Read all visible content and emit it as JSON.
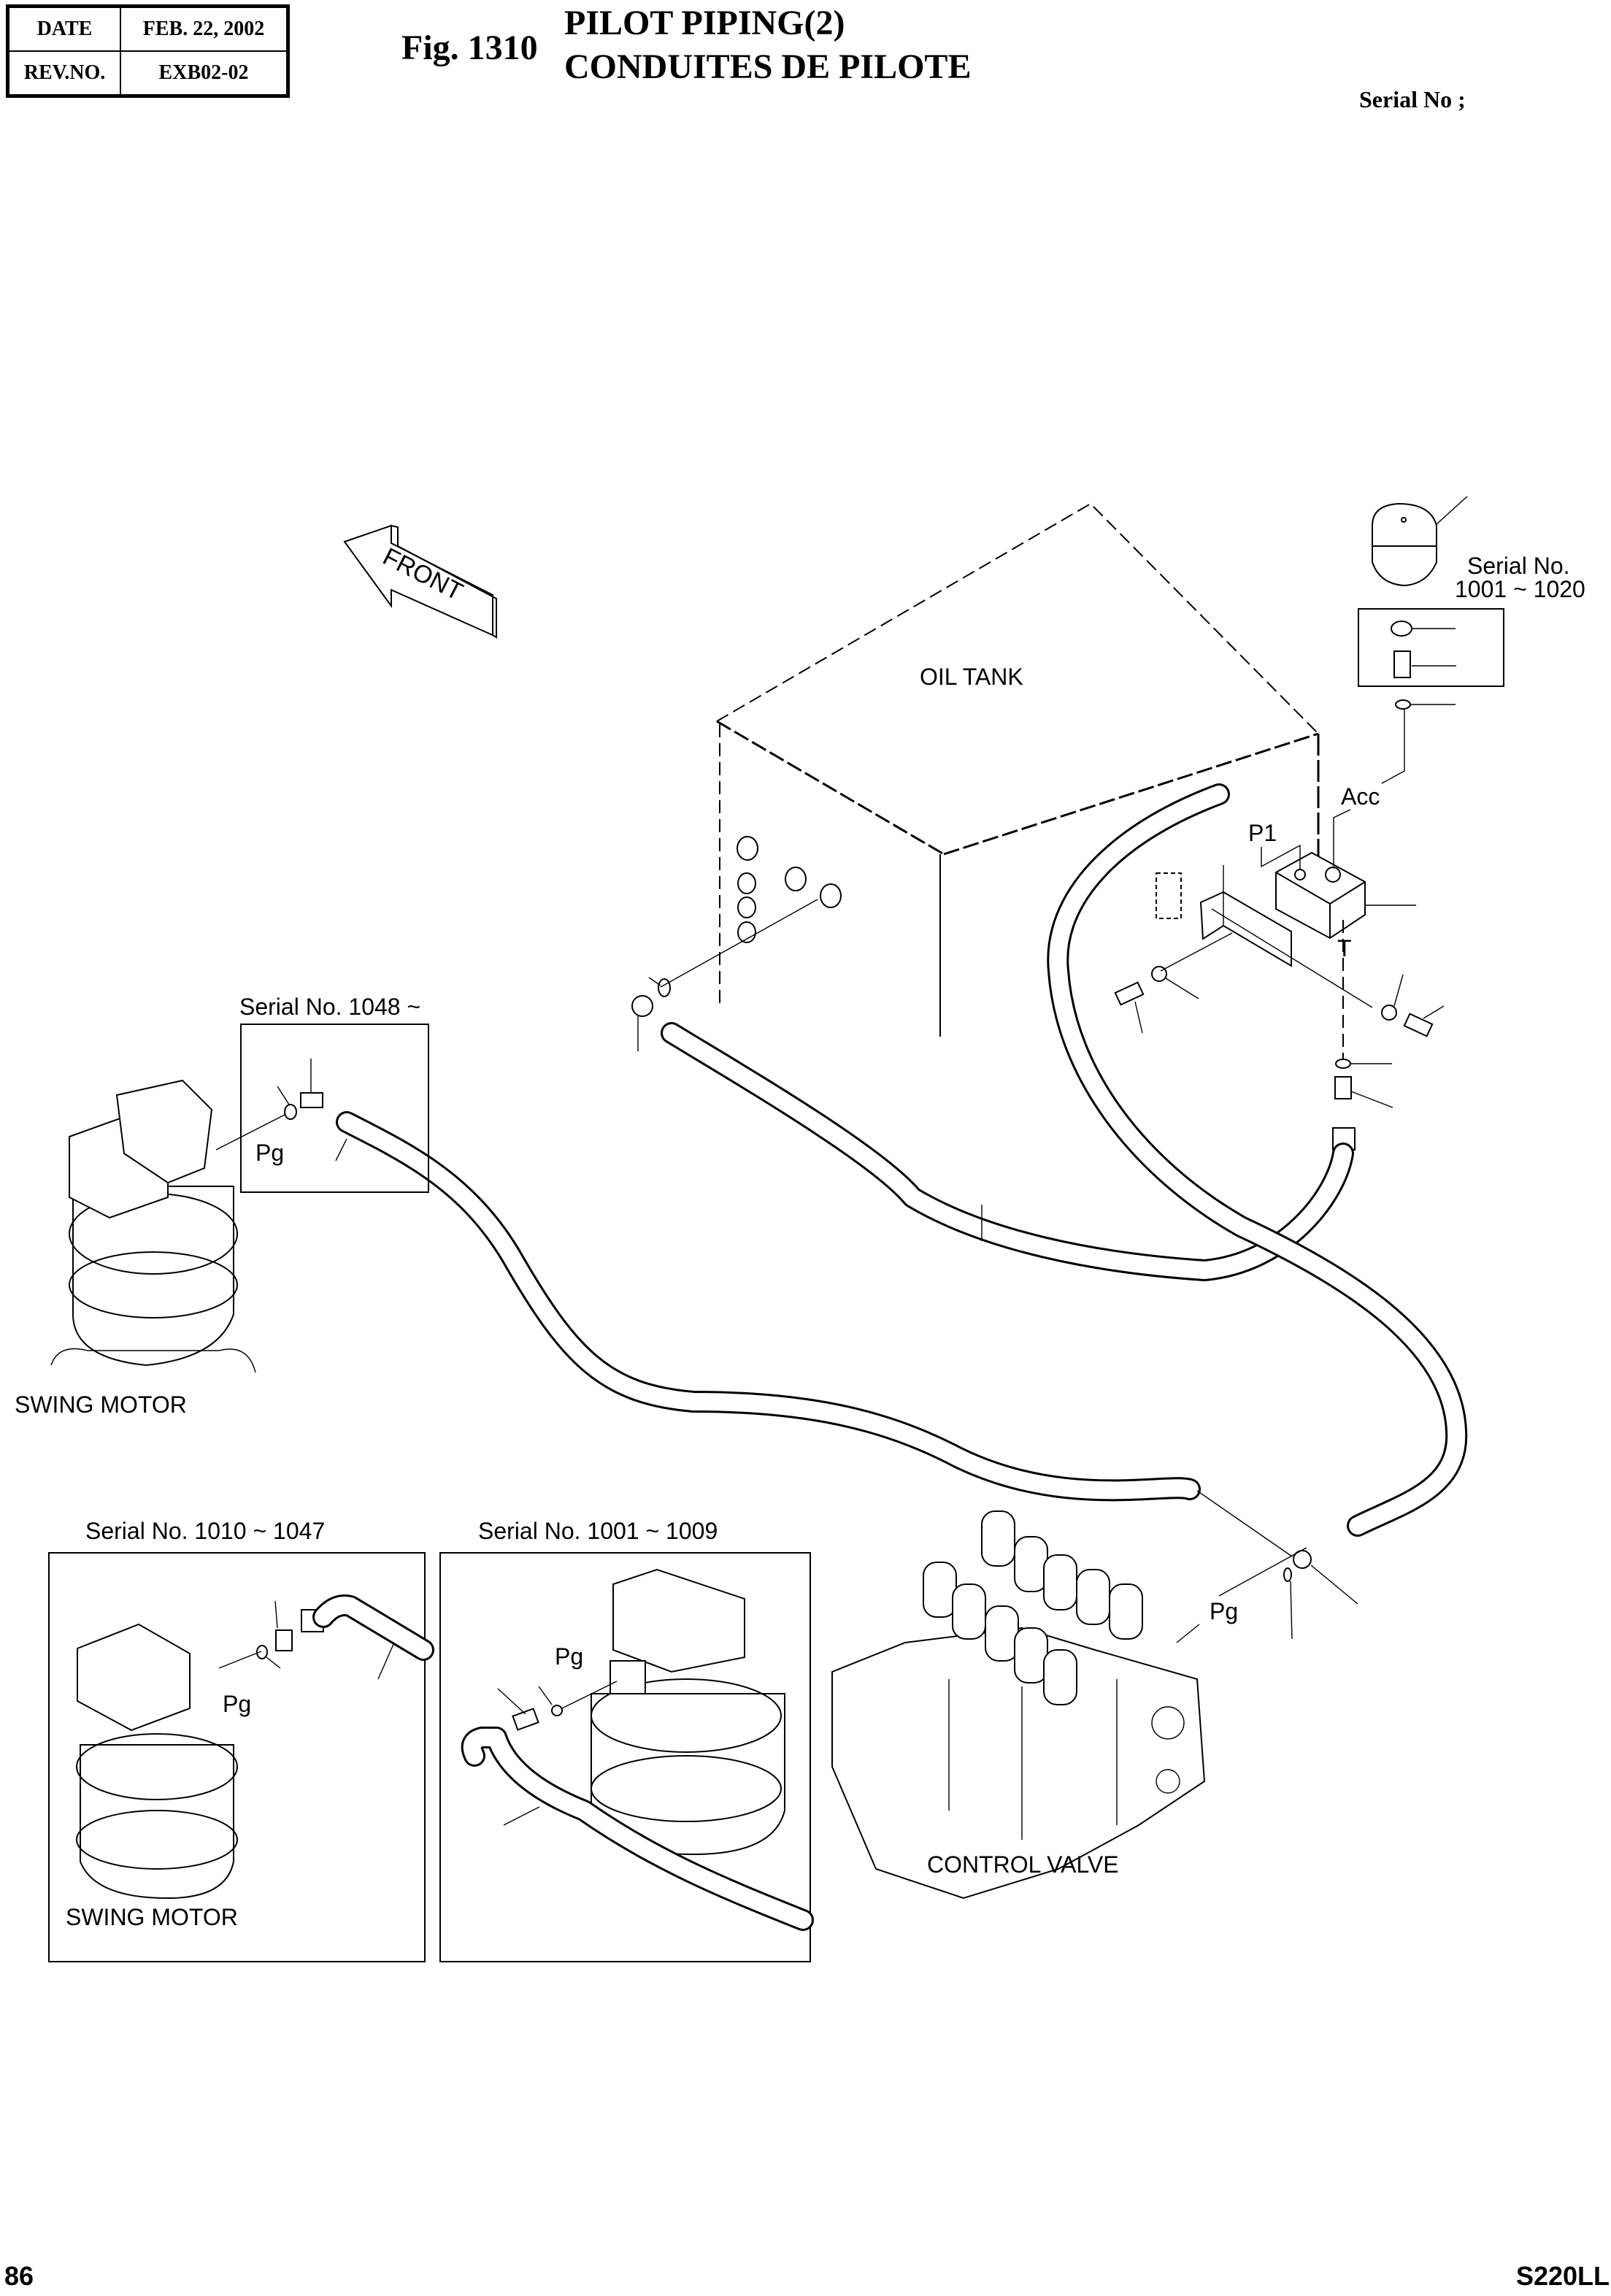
{
  "header": {
    "meta": [
      {
        "key": "DATE",
        "value": "FEB. 22, 2002"
      },
      {
        "key": "REV.NO.",
        "value": "EXB02-02"
      }
    ],
    "figure_label": "Fig. 1310",
    "title_en": "PILOT PIPING(2)",
    "title_fr": "CONDUITES DE PILOTE",
    "serial_label": "Serial No ;"
  },
  "diagram": {
    "front_arrow_label": "FRONT",
    "oil_tank_label": "OIL TANK",
    "accumulator_serial_label": "Serial No.",
    "accumulator_serial_range": "1001 ~ 1020",
    "port_acc": "Acc",
    "port_p1": "P1",
    "port_t": "T",
    "main_swing_serial": "Serial No. 1048 ~",
    "port_pg": "Pg",
    "swing_motor_label": "SWING MOTOR",
    "control_valve_label": "CONTROL VALVE",
    "inset_a_serial": "Serial No. 1010 ~ 1047",
    "inset_b_serial": "Serial No. 1001 ~ 1009"
  },
  "footer": {
    "page_number": "86",
    "model": "S220LL"
  }
}
